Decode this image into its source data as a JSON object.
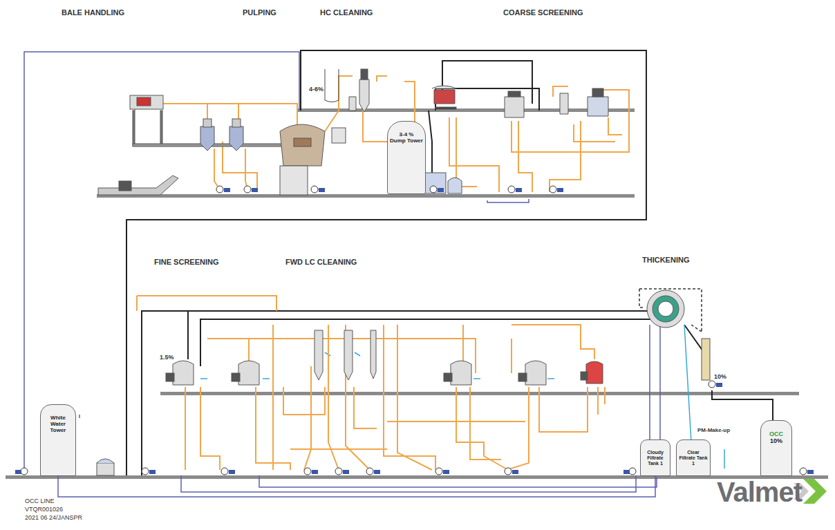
{
  "diagram": {
    "nodes": [
      {
        "text": [
          "3-4 %",
          "Dump Tower"
        ]
      },
      {
        "text": [
          "White Water Tower"
        ]
      },
      {
        "text": [
          "Cloudy Filtrate Tank 1"
        ]
      },
      {
        "text": [
          "Clear Filtrate Tank 1"
        ]
      },
      {
        "text": [
          "OCC",
          "10%"
        ]
      }
    ],
    "edges": [
      {
        "from": 2,
        "to": 1,
        "arrow": "none"
      }
    ],
    "labels": [
      "BALE HANDLING",
      "PULPING",
      "HC CLEANING",
      "COARSE SCREENING",
      "4-6%",
      "FINE SCREENING",
      "FWD LC CLEANING",
      "THICKENING",
      "1.5%",
      "10%",
      "PM-Make-up",
      "OCC LINE",
      "VTQR001026",
      "2021 06 24/JANSPR",
      "Valmet"
    ]
  }
}
